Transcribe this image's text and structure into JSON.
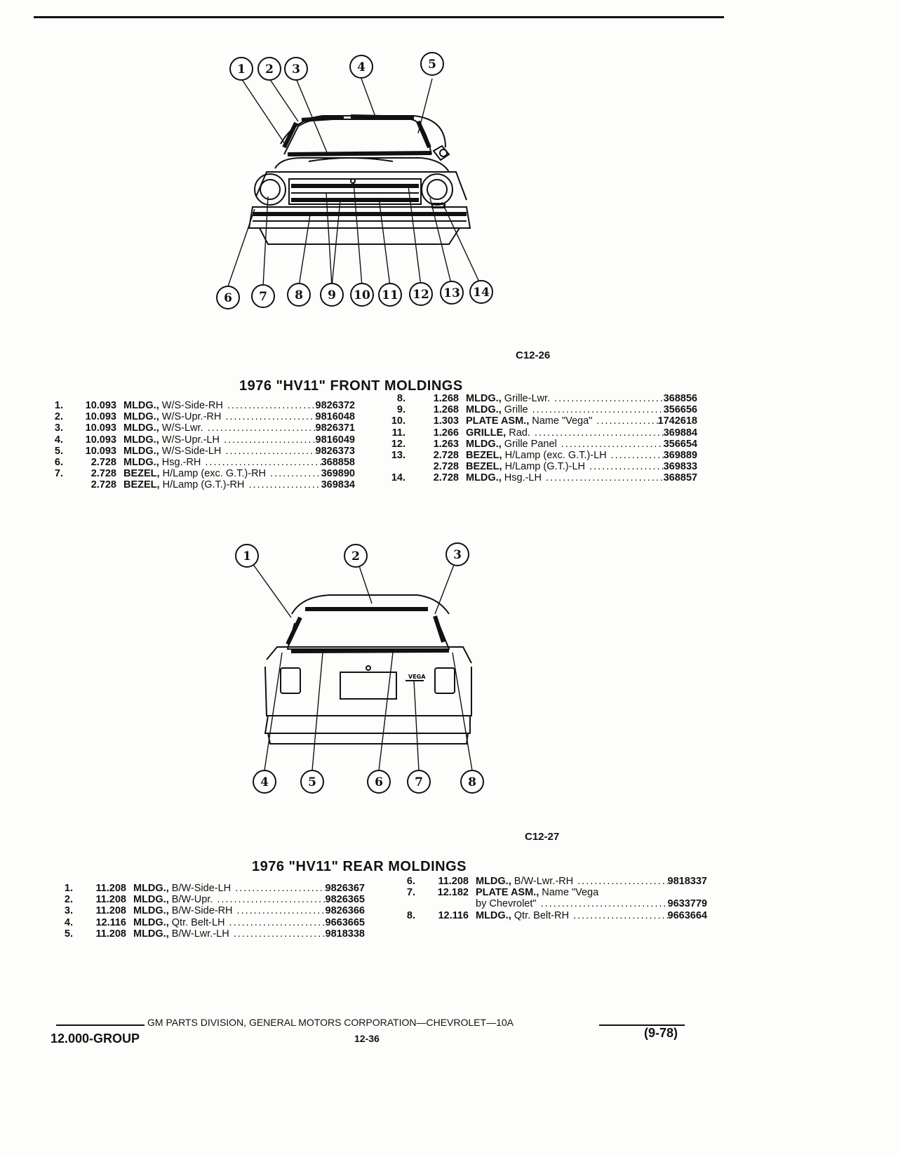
{
  "front": {
    "callouts": [
      "1",
      "2",
      "3",
      "4",
      "5",
      "6",
      "7",
      "8",
      "9",
      "10",
      "11",
      "12",
      "13",
      "14"
    ],
    "figure_code": "C12-26",
    "title": "1976 \"HV11\" FRONT MOLDINGS",
    "left_rows": [
      {
        "num": "1.",
        "group": "10.093",
        "part": "MLDG.,",
        "desc": "W/S-Side-RH",
        "pn": "9826372"
      },
      {
        "num": "2.",
        "group": "10.093",
        "part": "MLDG.,",
        "desc": "W/S-Upr.-RH",
        "pn": "9816048"
      },
      {
        "num": "3.",
        "group": "10.093",
        "part": "MLDG.,",
        "desc": "W/S-Lwr.",
        "pn": "9826371"
      },
      {
        "num": "4.",
        "group": "10.093",
        "part": "MLDG.,",
        "desc": "W/S-Upr.-LH",
        "pn": "9816049"
      },
      {
        "num": "5.",
        "group": "10.093",
        "part": "MLDG.,",
        "desc": "W/S-Side-LH",
        "pn": "9826373"
      },
      {
        "num": "6.",
        "group": "2.728",
        "part": "MLDG.,",
        "desc": "Hsg.-RH",
        "pn": "368858"
      },
      {
        "num": "7.",
        "group": "2.728",
        "part": "BEZEL,",
        "desc": "H/Lamp (exc. G.T.)-RH",
        "pn": "369890"
      },
      {
        "num": "",
        "group": "2.728",
        "part": "BEZEL,",
        "desc": "H/Lamp (G.T.)-RH",
        "pn": "369834"
      }
    ],
    "right_rows": [
      {
        "num": "8.",
        "group": "1.268",
        "part": "MLDG.,",
        "desc": "Grille-Lwr.",
        "pn": "368856"
      },
      {
        "num": "9.",
        "group": "1.268",
        "part": "MLDG.,",
        "desc": "Grille",
        "pn": "356656"
      },
      {
        "num": "10.",
        "group": "1.303",
        "part": "PLATE ASM.,",
        "desc": "Name \"Vega\"",
        "pn": "1742618"
      },
      {
        "num": "11.",
        "group": "1.266",
        "part": "GRILLE,",
        "desc": "Rad.",
        "pn": "369884"
      },
      {
        "num": "12.",
        "group": "1.263",
        "part": "MLDG.,",
        "desc": "Grille Panel",
        "pn": "356654"
      },
      {
        "num": "13.",
        "group": "2.728",
        "part": "BEZEL,",
        "desc": "H/Lamp (exc. G.T.)-LH",
        "pn": "369889"
      },
      {
        "num": "",
        "group": "2.728",
        "part": "BEZEL,",
        "desc": "H/Lamp (G.T.)-LH",
        "pn": "369833"
      },
      {
        "num": "14.",
        "group": "2.728",
        "part": "MLDG.,",
        "desc": "Hsg.-LH",
        "pn": "368857"
      }
    ]
  },
  "rear": {
    "callouts": [
      "1",
      "2",
      "3",
      "4",
      "5",
      "6",
      "7",
      "8"
    ],
    "badge": "VEGA",
    "figure_code": "C12-27",
    "title": "1976 \"HV11\" REAR MOLDINGS",
    "left_rows": [
      {
        "num": "1.",
        "group": "11.208",
        "part": "MLDG.,",
        "desc": "B/W-Side-LH",
        "pn": "9826367"
      },
      {
        "num": "2.",
        "group": "11.208",
        "part": "MLDG.,",
        "desc": "B/W-Upr.",
        "pn": "9826365"
      },
      {
        "num": "3.",
        "group": "11.208",
        "part": "MLDG.,",
        "desc": "B/W-Side-RH",
        "pn": "9826366"
      },
      {
        "num": "4.",
        "group": "12.116",
        "part": "MLDG.,",
        "desc": "Qtr. Belt-LH",
        "pn": "9663665"
      },
      {
        "num": "5.",
        "group": "11.208",
        "part": "MLDG.,",
        "desc": "B/W-Lwr.-LH",
        "pn": "9818338"
      }
    ],
    "right_rows": [
      {
        "num": "6.",
        "group": "11.208",
        "part": "MLDG.,",
        "desc": "B/W-Lwr.-RH",
        "pn": "9818337"
      },
      {
        "num": "7.",
        "group": "12.182",
        "part": "PLATE ASM.,",
        "desc": "Name \"Vega",
        "pn": ""
      },
      {
        "num": "",
        "group": "",
        "part": "",
        "desc": "by Chevrolet\"",
        "pn": "9633779"
      },
      {
        "num": "8.",
        "group": "12.116",
        "part": "MLDG.,",
        "desc": "Qtr. Belt-RH",
        "pn": "9663664"
      }
    ]
  },
  "footer": {
    "publisher": "GM PARTS DIVISION, GENERAL MOTORS CORPORATION—CHEVROLET—10A",
    "group": "12.000-GROUP",
    "page": "12-36",
    "date": "(9-78)"
  }
}
